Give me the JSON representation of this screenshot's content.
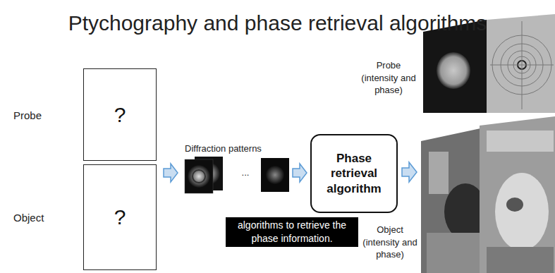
{
  "diagram": {
    "title": "Ptychography and phase retrieval algorithms",
    "nodes": [
      {
        "text": [
          "Probe",
          "?"
        ]
      },
      {
        "text": [
          "Object",
          "?"
        ]
      },
      {
        "text": [
          "Phase retrieval algorithm"
        ]
      }
    ],
    "labels": [
      "Diffraction patterns",
      "...",
      "Probe (intensity and phase)",
      "Object (intensity and phase)",
      "algorithms to retrieve the phase information."
    ]
  }
}
